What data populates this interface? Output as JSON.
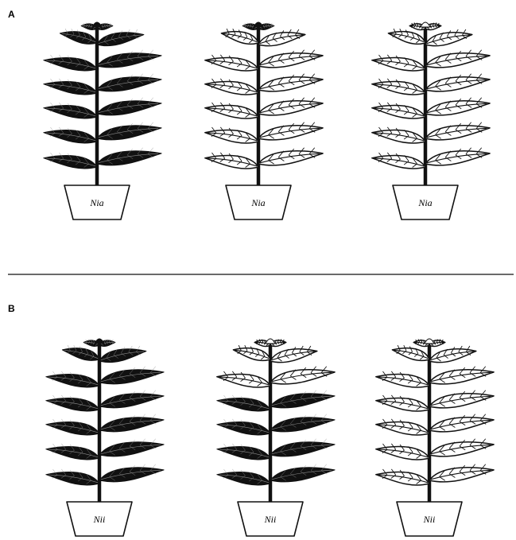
{
  "colors": {
    "ink": "#111111",
    "paper": "#ffffff",
    "vein_on_dark": "#8a8a8a"
  },
  "figure": {
    "panels": [
      {
        "label": "A",
        "plants": [
          {
            "pot_label": "Nia",
            "pattern": [
              "dark",
              "dark",
              "dark",
              "dark",
              "dark",
              "dark",
              "dark"
            ]
          },
          {
            "pot_label": "Nia",
            "pattern": [
              "dark",
              "pale",
              "pale",
              "pale",
              "pale",
              "pale",
              "pale"
            ]
          },
          {
            "pot_label": "Nia",
            "pattern": [
              "pale",
              "pale",
              "pale",
              "pale",
              "pale",
              "pale",
              "pale"
            ]
          }
        ]
      },
      {
        "label": "B",
        "plants": [
          {
            "pot_label": "Nii",
            "pattern": [
              "dark",
              "dark",
              "dark",
              "dark",
              "dark",
              "dark",
              "dark"
            ]
          },
          {
            "pot_label": "Nii",
            "pattern": [
              "pale",
              "pale",
              "pale",
              "dark",
              "dark",
              "dark",
              "dark"
            ]
          },
          {
            "pot_label": "Nii",
            "pattern": [
              "pale",
              "pale",
              "pale",
              "pale",
              "pale",
              "pale",
              "pale"
            ]
          }
        ]
      }
    ]
  }
}
